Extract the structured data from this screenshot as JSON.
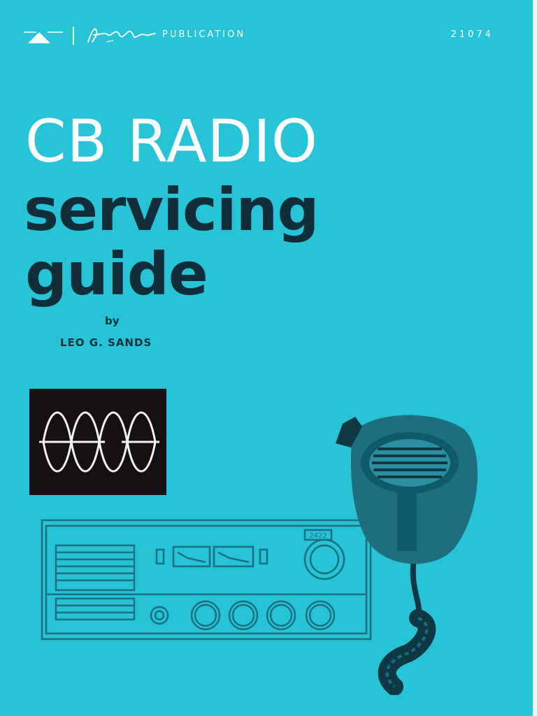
{
  "header": {
    "publisher_signature": "Howard W. Sams",
    "publication_label": "PUBLICATION",
    "catalog_number": "21074"
  },
  "title": {
    "line1": "CB RADIO",
    "line2": "servicing",
    "line3": "guide"
  },
  "byline": {
    "by": "by",
    "author": "LEO G. SANDS"
  },
  "illustration": {
    "radio_display": "2422"
  },
  "colors": {
    "background": "#27c4d8",
    "title_primary": "#ffffff",
    "title_secondary": "#0f2e3a",
    "line_art": "#1b6f82",
    "photo_bg": "#141013"
  },
  "icons": [
    "publisher-logo-icon",
    "oscilloscope-waveform-image",
    "cb-radio-transceiver-illustration",
    "microphone-illustration"
  ]
}
